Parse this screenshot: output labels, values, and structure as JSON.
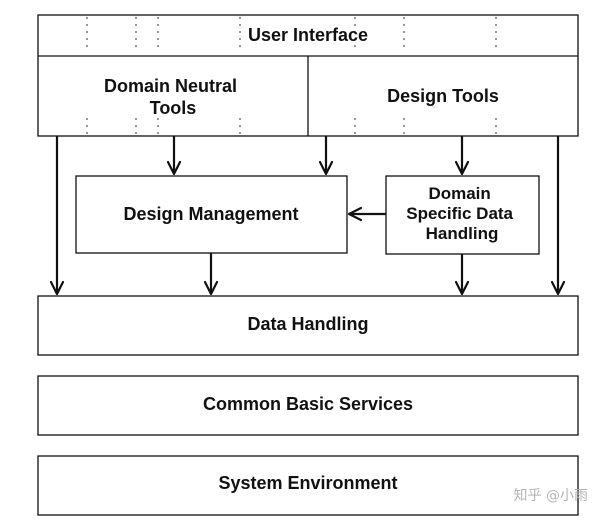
{
  "diagram": {
    "user_interface": "User Interface",
    "domain_neutral_tools": [
      "Domain Neutral",
      "Tools"
    ],
    "design_tools": "Design Tools",
    "design_management": "Design Management",
    "domain_specific": [
      "Domain",
      "Specific Data",
      "Handling"
    ],
    "data_handling": "Data Handling",
    "common_basic_services": "Common Basic Services",
    "system_environment": "System Environment"
  },
  "watermark": "知乎 @小雨"
}
